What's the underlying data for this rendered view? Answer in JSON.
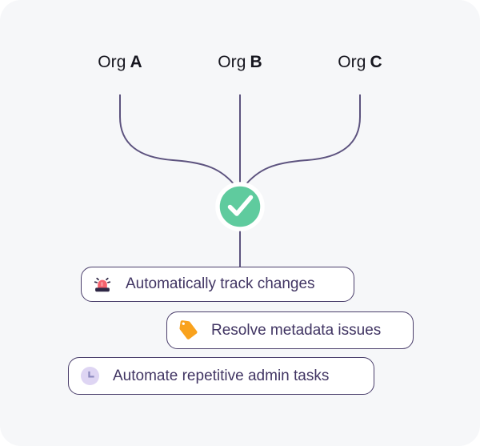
{
  "illustration": {
    "orgs": [
      {
        "prefix": "Org",
        "letter": "A"
      },
      {
        "prefix": "Org",
        "letter": "B"
      },
      {
        "prefix": "Org",
        "letter": "C"
      }
    ],
    "check_icon": "checkmark-icon",
    "pills": [
      {
        "label": "Automatically track changes",
        "icon": "siren-icon"
      },
      {
        "label": "Resolve metadata issues",
        "icon": "tag-icon"
      },
      {
        "label": "Automate repetitive admin tasks",
        "icon": "clock-icon"
      }
    ]
  },
  "colors": {
    "card_bg": "#F6F7F9",
    "connector_line": "#5D537F",
    "check_green": "#5FCB9E",
    "check_ring": "#FFFFFF",
    "check_mark": "#FFFFFF",
    "pill_border": "#4A3E6B",
    "pill_bg": "#FFFFFF",
    "pill_text": "#413563",
    "org_text": "#16161F",
    "siren_red": "#F4616D",
    "siren_highlight": "#F9949B",
    "siren_base": "#2E2745",
    "tag_orange": "#F9A21D",
    "clock_fill": "#DED5F3",
    "clock_hands": "#8C89BE"
  }
}
